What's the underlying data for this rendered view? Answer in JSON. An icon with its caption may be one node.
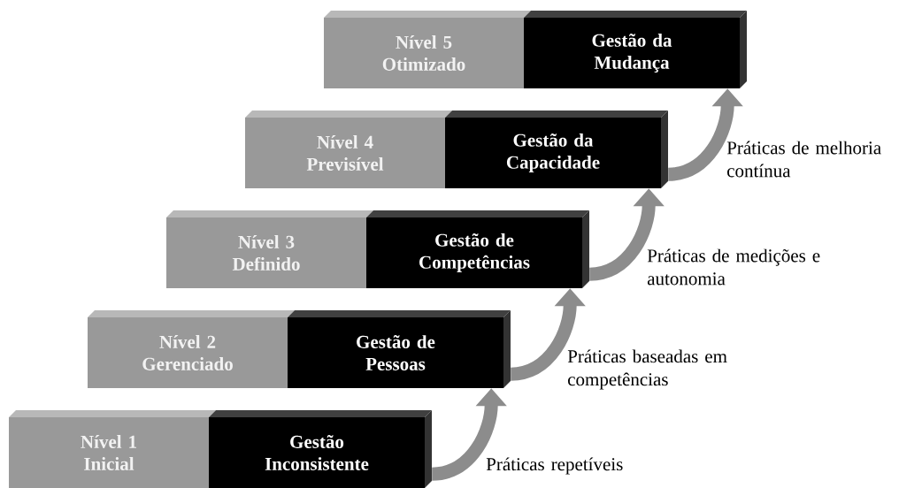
{
  "diagram": {
    "nodes": [
      {
        "text": [
          "Nível 5 Otimizado"
        ]
      },
      {
        "text": [
          "Gestão da Mudança"
        ]
      },
      {
        "text": [
          "Nível 4 Previsível"
        ]
      },
      {
        "text": [
          "Gestão da Capacidade"
        ]
      },
      {
        "text": [
          "Nível 3 Definido"
        ]
      },
      {
        "text": [
          "Gestão de Competências"
        ]
      },
      {
        "text": [
          "Nível 2 Gerenciado"
        ]
      },
      {
        "text": [
          "Gestão de Pessoas"
        ]
      },
      {
        "text": [
          "Nível 1 Inicial"
        ]
      },
      {
        "text": [
          "Gestão Inconsistente"
        ]
      }
    ],
    "edges": [
      {
        "from": 9,
        "to": 7,
        "arrow": "to",
        "label": "Práticas repetíveis"
      },
      {
        "from": 7,
        "to": 5,
        "arrow": "to",
        "label": "Práticas baseadas em competências"
      },
      {
        "from": 5,
        "to": 3,
        "arrow": "to",
        "label": "Práticas de medições e autonomia"
      },
      {
        "from": 3,
        "to": 1,
        "arrow": "to",
        "label": "Práticas de melhoria contínua"
      }
    ]
  }
}
